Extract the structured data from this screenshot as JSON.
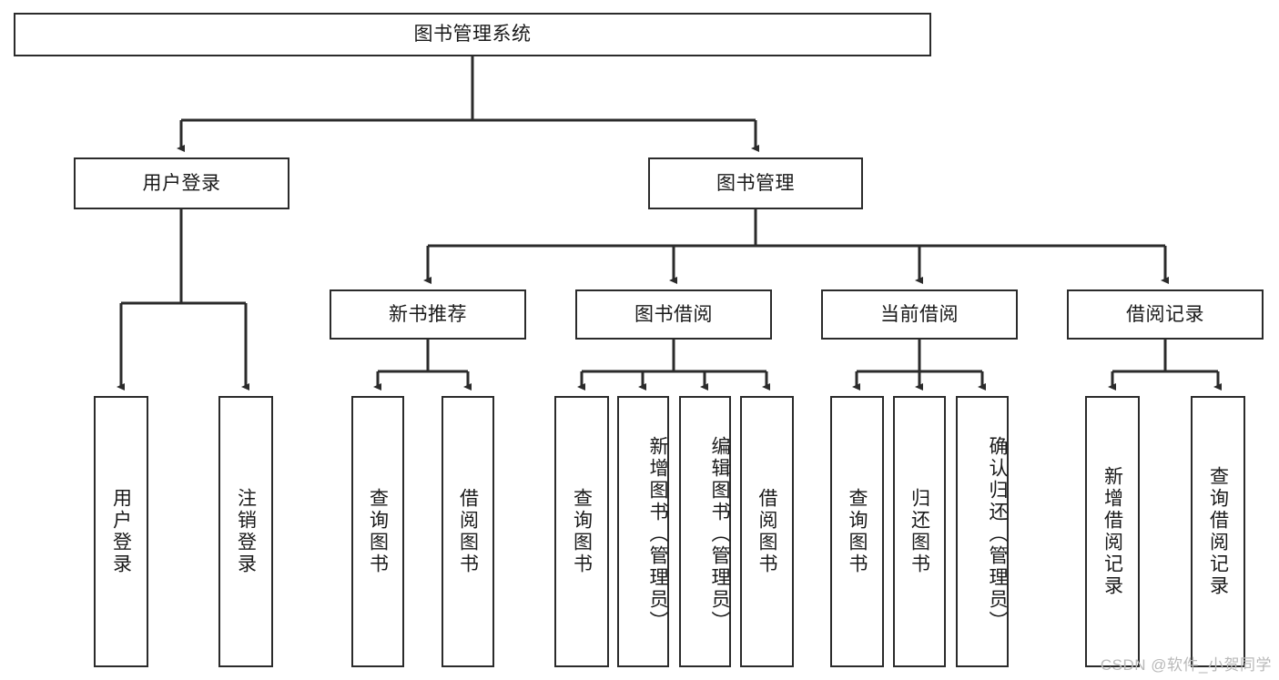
{
  "diagram": {
    "title": "图书管理系统",
    "type": "tree-hierarchy-diagram",
    "watermark": "CSDN @软件_小贺同学",
    "colors": {
      "border": "#2b2b2b",
      "background": "#ffffff",
      "text": "#1a1a1a",
      "watermark": "#b9b9b9"
    },
    "nodes": {
      "root": {
        "label": "图书管理系统",
        "orientation": "horizontal"
      },
      "level2": [
        {
          "id": "user-login",
          "label": "用户登录",
          "orientation": "horizontal"
        },
        {
          "id": "book-manage",
          "label": "图书管理",
          "orientation": "horizontal"
        }
      ],
      "level3": [
        {
          "id": "new-book-recommend",
          "label": "新书推荐",
          "orientation": "horizontal"
        },
        {
          "id": "book-borrow",
          "label": "图书借阅",
          "orientation": "horizontal"
        },
        {
          "id": "current-borrow",
          "label": "当前借阅",
          "orientation": "horizontal"
        },
        {
          "id": "borrow-record",
          "label": "借阅记录",
          "orientation": "horizontal"
        }
      ],
      "leaves": {
        "user-login": [
          {
            "id": "leaf-user-login",
            "label": "用户登录",
            "orientation": "vertical"
          },
          {
            "id": "leaf-user-logout",
            "label": "注销登录",
            "orientation": "vertical"
          }
        ],
        "new-book-recommend": [
          {
            "id": "leaf-query-book-1",
            "label": "查询图书",
            "orientation": "vertical"
          },
          {
            "id": "leaf-borrow-book-1",
            "label": "借阅图书",
            "orientation": "vertical"
          }
        ],
        "book-borrow": [
          {
            "id": "leaf-query-book-2",
            "label": "查询图书",
            "orientation": "vertical"
          },
          {
            "id": "leaf-add-book",
            "label": "新增图书（管理员）",
            "orientation": "vertical"
          },
          {
            "id": "leaf-edit-book",
            "label": "编辑图书（管理员）",
            "orientation": "vertical"
          },
          {
            "id": "leaf-borrow-book-2",
            "label": "借阅图书",
            "orientation": "vertical"
          }
        ],
        "current-borrow": [
          {
            "id": "leaf-query-book-3",
            "label": "查询图书",
            "orientation": "vertical"
          },
          {
            "id": "leaf-return-book",
            "label": "归还图书",
            "orientation": "vertical"
          },
          {
            "id": "leaf-confirm-return",
            "label": "确认归还（管理员）",
            "orientation": "vertical"
          }
        ],
        "borrow-record": [
          {
            "id": "leaf-add-record",
            "label": "新增借阅记录",
            "orientation": "vertical"
          },
          {
            "id": "leaf-query-record",
            "label": "查询借阅记录",
            "orientation": "vertical"
          }
        ]
      }
    }
  }
}
